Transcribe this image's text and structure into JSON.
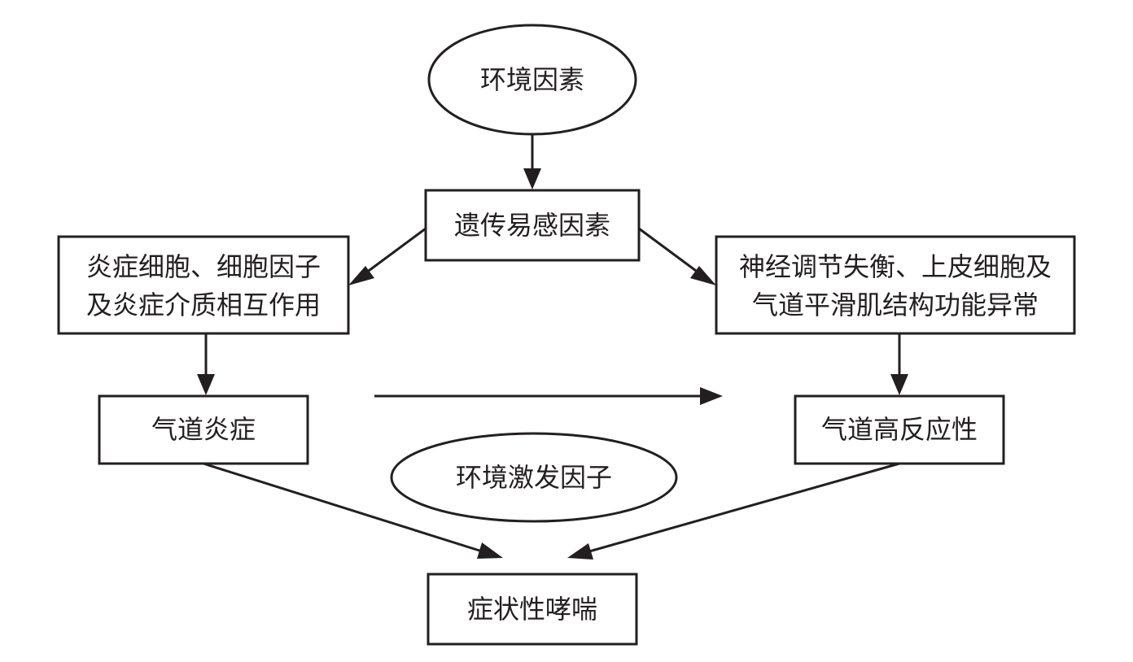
{
  "nodes": {
    "environment_factors": "环境因素",
    "genetic_susceptibility": "遗传易感因素",
    "inflammation_line1": "炎症细胞、细胞因子",
    "inflammation_line2": "及炎症介质相互作用",
    "neural_line1": "神经调节失衡、上皮细胞及",
    "neural_line2": "气道平滑肌结构功能异常",
    "airway_inflammation": "气道炎症",
    "airway_hyperresponsiveness": "气道高反应性",
    "environmental_triggers": "环境激发因子",
    "symptomatic_wheezing": "症状性哮喘"
  },
  "colors": {
    "stroke": "#231f20",
    "background": "#ffffff"
  }
}
